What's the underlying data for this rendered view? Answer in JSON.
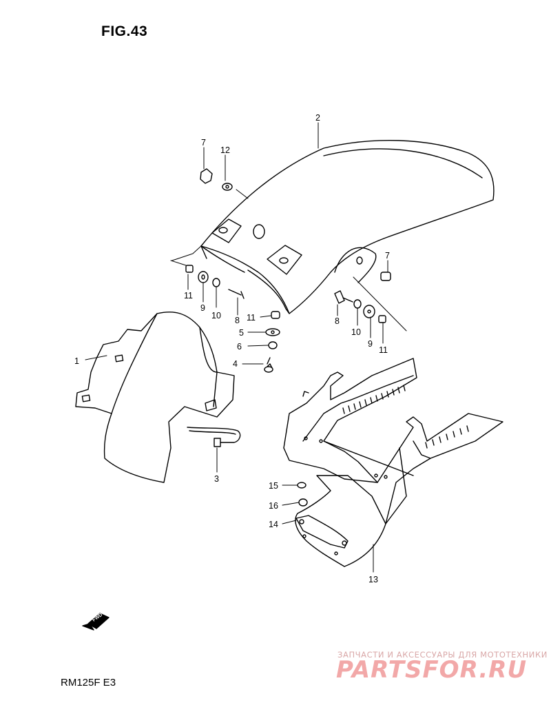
{
  "figure": {
    "title": "FIG.43",
    "model": "RM125F E3"
  },
  "watermark": {
    "subtitle": "ЗАПЧАСТИ И АКСЕССУАРЫ ДЛЯ МОТОТЕХНИКИ",
    "brand": "PARTSFOR.RU",
    "color": "#f2a8a8"
  },
  "fwd_arrow": {
    "label": "FWD",
    "icon": "fwd-arrow-icon"
  },
  "callouts": {
    "c1": "1",
    "c2": "2",
    "c3": "3",
    "c4": "4",
    "c5": "5",
    "c6": "6",
    "c7a": "7",
    "c7b": "7",
    "c8a": "8",
    "c8b": "8",
    "c9a": "9",
    "c9b": "9",
    "c10a": "10",
    "c10b": "10",
    "c11a": "11",
    "c11b": "11",
    "c11c": "11",
    "c12": "12",
    "c13": "13",
    "c14": "14",
    "c15": "15",
    "c16": "16"
  }
}
